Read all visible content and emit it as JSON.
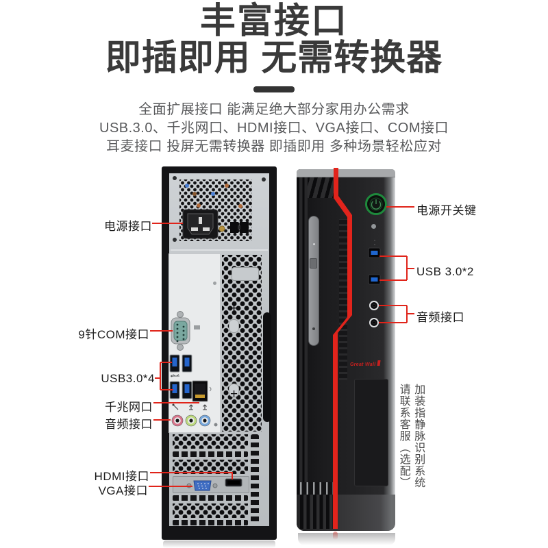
{
  "header": {
    "title": "丰富接口",
    "subtitle": "即插即用 无需转换器",
    "desc1": "全面扩展接口 能满足绝大部分家用办公需求",
    "desc2": "USB.3.0、千兆网口、HDMI接口、VGA接口、COM接口",
    "desc3": "耳麦接口 投屏无需转换器 即插即用 多种场景轻松应对"
  },
  "labels": {
    "rear_power": "电源接口",
    "rear_com": "9针COM接口",
    "rear_usb": "USB3.0*4",
    "rear_lan": "千兆网口",
    "rear_audio": "音频接口",
    "rear_hdmi": "HDMI接口",
    "rear_vga": "VGA接口",
    "front_power": "电源开关键",
    "front_usb": "USB 3.0*2",
    "front_audio": "音频接口"
  },
  "side_note": {
    "line1": "加装指静脉识别系统",
    "line2": "请联系客服（选配）"
  },
  "brand": {
    "logo": "Great Wall"
  },
  "decor": {
    "plus": "+"
  },
  "colors": {
    "accent_red": "#e0241a",
    "stripe_red": "#e2241c",
    "usb_blue": "#2565cc",
    "power_green": "#1e8a3c",
    "audio_pink": "#d9748b",
    "audio_green": "#bcd97c",
    "audio_blue": "#74a6dc",
    "title_gray": "#3a3a3a"
  }
}
